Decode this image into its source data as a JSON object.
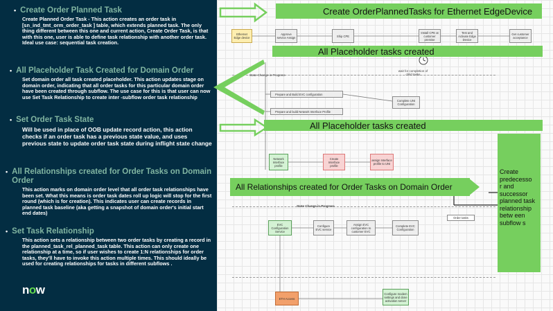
{
  "sections": [
    {
      "title": "Create Order Planned Task",
      "body": "Create Planned Order Task - This action creates an order task in [sn_ind_tmt_orm_order_task ] table, which extends planned task. The only thing different between this one and current action, Create Order Task, is that with this one, user is able to define task relationship with another order task. Ideal use case: sequential task creation."
    },
    {
      "title": "All Placeholder Task Created for Domain Order",
      "body": "Set domain order all task created placeholder. This action updates stage on domain order, indicating that all order tasks for this particular domain order have been created through subflow. The use case for this is that user can now use Set Task Relationship to create inter -subflow order task relationship"
    },
    {
      "title": "Set Order Task State",
      "body": "Will be used in place of OOB update record action, this action checks if an order task has a previous state value, and uses previous state to update order task state during inflight state change"
    },
    {
      "title": "All Relationships created for Order Tasks on Domain Order",
      "body": "This action marks on domain order level that all order task relationships have been set. What this means is order task dates roll up logic will stop for the first round (which is for creation). This indicates user can create records in planned task baseline (aka getting a snapshot of domain order's initial start end dates)"
    },
    {
      "title": "Set Task Relationship",
      "body": "This action sets a relationship between two order tasks by creating a record in the planned_task_rel_planned_task table. This action can only create one relationship at a time, so if user wishes to create 1:N relationships for order tasks, they'll have to invoke this action multiple times. This should ideally be used for creating relationships for tasks in different subflows ."
    }
  ],
  "logo": {
    "pre": "n",
    "o": "o",
    "post": "w"
  },
  "banners": {
    "top": "Create OrderPlannedTasks for Ethernet EdgeDevice",
    "placeholder1": "All Placeholder tasks created",
    "placeholder2": "All Placeholder tasks created",
    "relationships": "All Relationships created for Order Tasks on Domain Order",
    "side": "Create predecesso r and successor planned task relationship betw een subflow s"
  },
  "flow": {
    "nodes": {
      "eth_edge": "Ethernet Edge device",
      "approve": "Approve service Assign",
      "ship_cpe": "Ship CPE",
      "install_cpe": "Install CPE at customer premise",
      "test_activate": "Test and Activate Edge Device",
      "get_acceptance": "Get customer acceptance",
      "prepare_evc": "Prepare and Build EVC configuration",
      "prepare_nip": "Prepare and build Network Interface Profile",
      "complete_uni": "Complete UNI Configuration",
      "network_profile": "Network Interface profile",
      "create_profile": "Create Interface profile",
      "assign_profile": "assign Interface profile to UNI",
      "evc_config": "EVC Configuration Service",
      "config_evc": "Configure EVC service",
      "assign_evc": "Assign EVC configuration to customer EVC",
      "complete_evc": "Complete EVC Configuration",
      "eth_access": "ETH Access",
      "configure_modem": "Configure modem settings and done activation server"
    },
    "labels": {
      "state_change_1": "State Change in Progress",
      "wait_child": "wait for completion of child tasks",
      "state_change_2": "State Change in Progress",
      "order_tasks": "Order tasks"
    }
  }
}
